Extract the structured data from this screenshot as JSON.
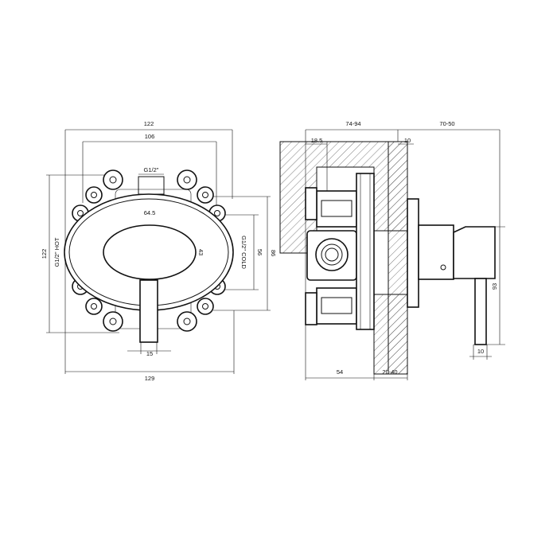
{
  "front_view": {
    "dims": {
      "overall_width": "122",
      "mounting_width": "106",
      "inlet_top": "G1/2\"",
      "plate_width": "64.5",
      "plate_height": "43",
      "overall_height": "122",
      "hot_inlet": "G1/2\" HOT",
      "cold_inlet": "G1/2\" COLD",
      "inner_height": "56",
      "outer_height": "86",
      "lever_width": "15",
      "base_width": "129"
    }
  },
  "side_view": {
    "dims": {
      "depth_range": "74-94",
      "offset_left": "18.5",
      "flange": "10",
      "projection": "70-50",
      "body_depth": "54",
      "wall_range": "20-40",
      "lever_height": "93",
      "lever_diameter": "10"
    }
  }
}
